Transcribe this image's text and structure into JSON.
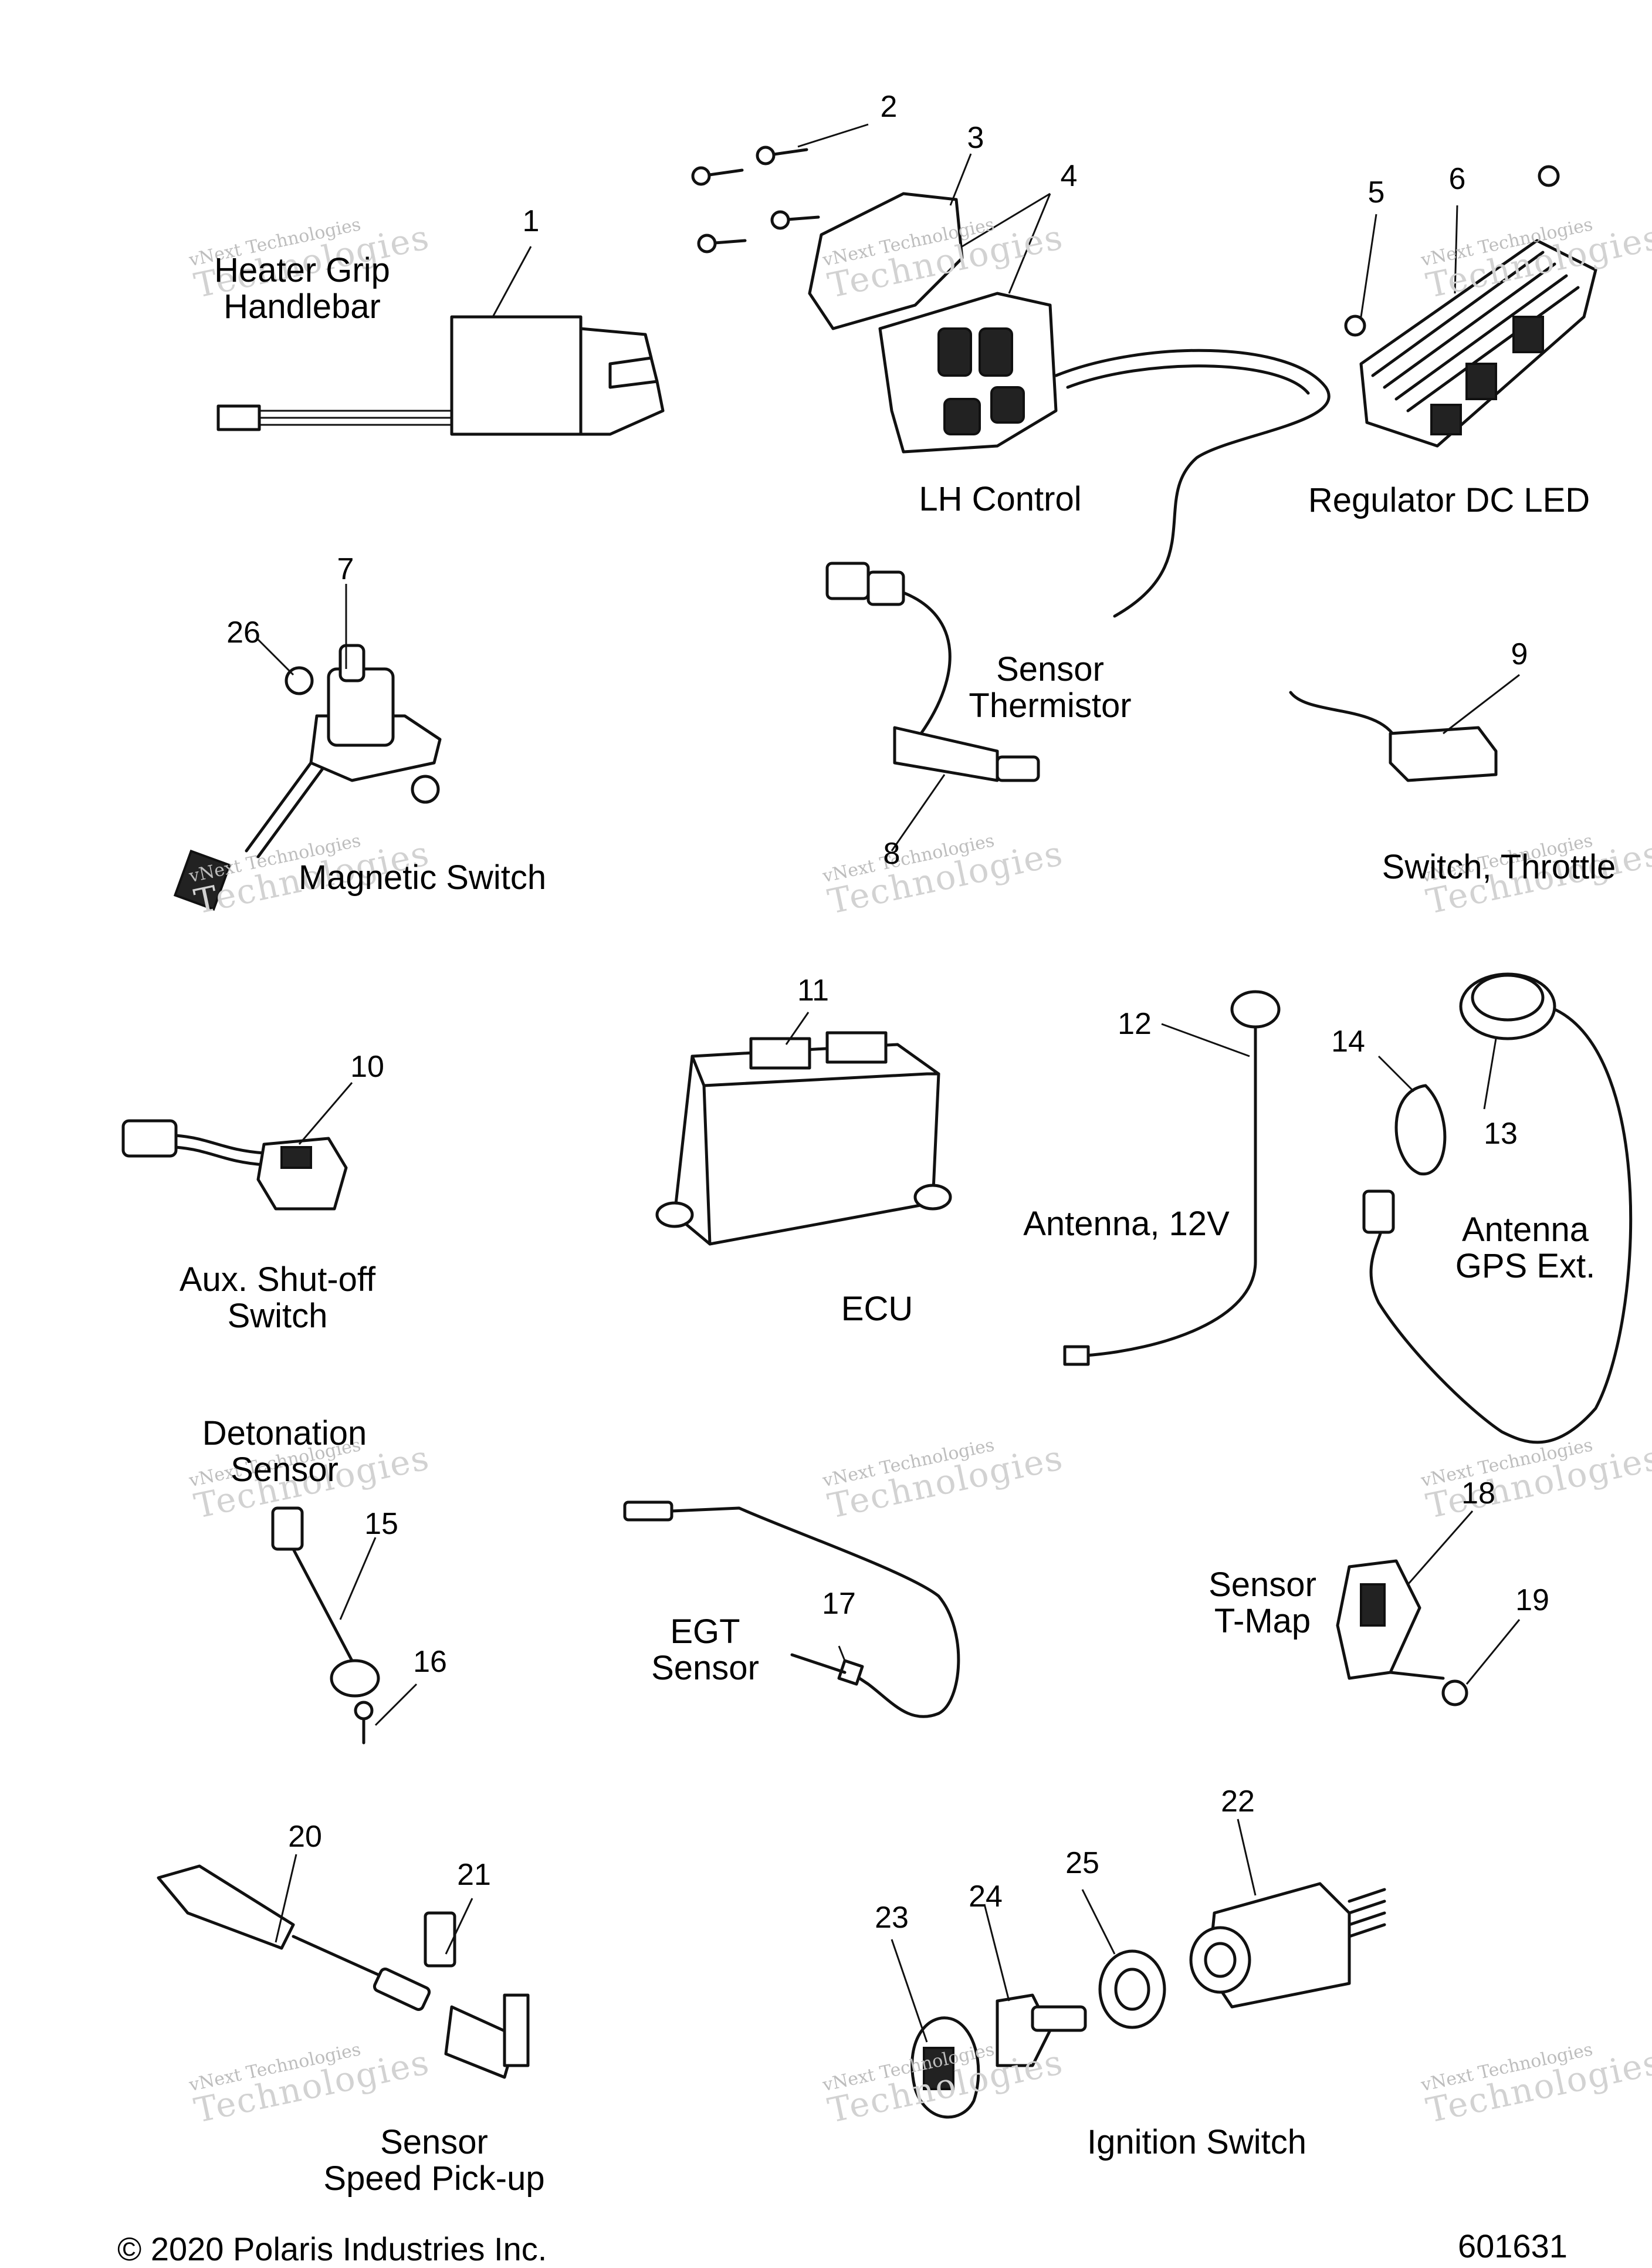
{
  "labels": {
    "heater_grip": "Heater Grip\nHandlebar",
    "lh_control": "LH Control",
    "regulator": "Regulator DC LED",
    "sensor_thermistor": "Sensor\nThermistor",
    "magnetic_switch": "Magnetic Switch",
    "switch_throttle": "Switch, Throttle",
    "aux_shutoff": "Aux. Shut-off\nSwitch",
    "ecu": "ECU",
    "antenna_12v": "Antenna, 12V",
    "antenna_gps": "Antenna\nGPS Ext.",
    "detonation": "Detonation\nSensor",
    "egt": "EGT\nSensor",
    "tmap": "Sensor\nT-Map",
    "speed_pickup": "Sensor\nSpeed Pick-up",
    "ignition": "Ignition Switch"
  },
  "callouts": [
    "1",
    "2",
    "3",
    "4",
    "5",
    "6",
    "7",
    "8",
    "9",
    "10",
    "11",
    "12",
    "13",
    "14",
    "15",
    "16",
    "17",
    "18",
    "19",
    "20",
    "21",
    "22",
    "23",
    "24",
    "25",
    "26"
  ],
  "watermark": {
    "line1": "vNext Technologies",
    "line2": "Technologies"
  },
  "footer": {
    "copyright": "© 2020 Polaris Industries Inc.",
    "diagram_number": "601631"
  }
}
